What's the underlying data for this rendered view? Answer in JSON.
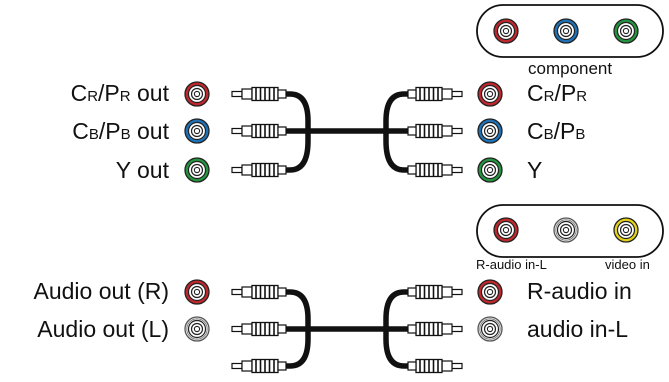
{
  "colors": {
    "red": "#c1272d",
    "blue": "#1e72b8",
    "green": "#22963f",
    "white": "#f2f2f2",
    "yellow": "#e5d316",
    "cable": "#111111"
  },
  "component_panel": {
    "caption": "component",
    "jacks": [
      {
        "color": "red"
      },
      {
        "color": "blue"
      },
      {
        "color": "green"
      }
    ]
  },
  "av_panel": {
    "jacks": [
      {
        "color": "red",
        "caption": ""
      },
      {
        "color": "white",
        "caption": "R-audio in-L"
      },
      {
        "color": "yellow",
        "caption": "video in"
      }
    ]
  },
  "video_source": [
    {
      "main": "C",
      "sub": "R",
      "sep": "/P",
      "sub2": "R",
      "tail": " out",
      "color": "red"
    },
    {
      "main": "C",
      "sub": "B",
      "sep": "/P",
      "sub2": "B",
      "tail": " out",
      "color": "blue"
    },
    {
      "main": "Y out",
      "sub": "",
      "sep": "",
      "sub2": "",
      "tail": "",
      "color": "green"
    }
  ],
  "video_dest": [
    {
      "main": "C",
      "sub": "R",
      "sep": "/P",
      "sub2": "R",
      "tail": "",
      "color": "red"
    },
    {
      "main": "C",
      "sub": "B",
      "sep": "/P",
      "sub2": "B",
      "tail": "",
      "color": "blue"
    },
    {
      "main": "Y",
      "sub": "",
      "sep": "",
      "sub2": "",
      "tail": "",
      "color": "green"
    }
  ],
  "audio_source": [
    {
      "label": "Audio out (R)",
      "color": "red"
    },
    {
      "label": "Audio out (L)",
      "color": "white"
    }
  ],
  "audio_dest": [
    {
      "label": "R-audio in",
      "color": "red"
    },
    {
      "label": "audio in-L",
      "color": "white"
    }
  ]
}
